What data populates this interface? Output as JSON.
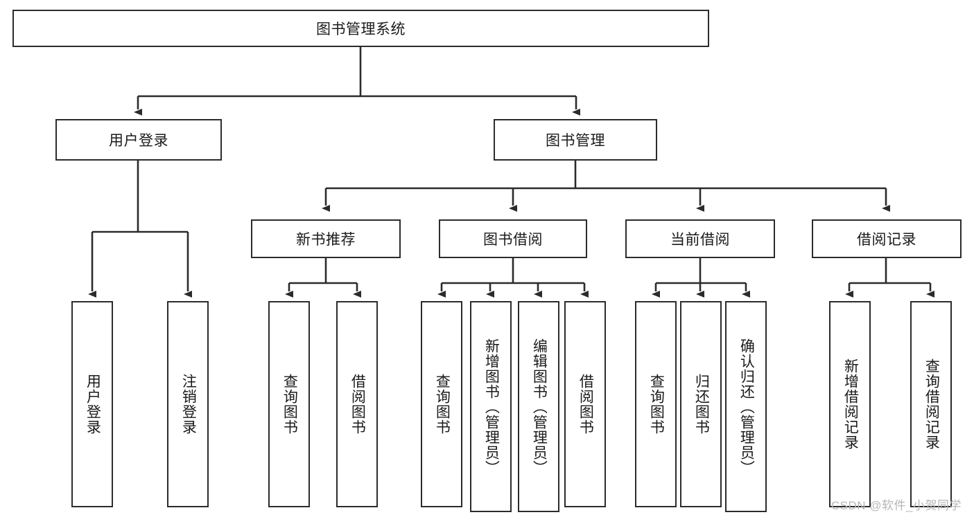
{
  "diagram": {
    "type": "tree-hierarchy",
    "title": "图书管理系统",
    "root": {
      "id": "root",
      "label": "图书管理系统",
      "level": 1,
      "orientation": "horizontal"
    },
    "level2": [
      {
        "id": "user-login",
        "label": "用户登录",
        "orientation": "horizontal"
      },
      {
        "id": "book-manage",
        "label": "图书管理",
        "orientation": "horizontal"
      }
    ],
    "level3": [
      {
        "id": "new-book-rec",
        "label": "新书推荐",
        "parent": "book-manage",
        "orientation": "horizontal"
      },
      {
        "id": "book-borrow",
        "label": "图书借阅",
        "parent": "book-manage",
        "orientation": "horizontal"
      },
      {
        "id": "current-borrow",
        "label": "当前借阅",
        "parent": "book-manage",
        "orientation": "horizontal"
      },
      {
        "id": "borrow-record",
        "label": "借阅记录",
        "parent": "book-manage",
        "orientation": "horizontal"
      }
    ],
    "leaves": [
      {
        "id": "leaf-user-login",
        "label": "用户登录",
        "parent": "user-login",
        "orientation": "vertical"
      },
      {
        "id": "leaf-user-logout",
        "label": "注销登录",
        "parent": "user-login",
        "orientation": "vertical"
      },
      {
        "id": "leaf-query-book-1",
        "label": "查询图书",
        "parent": "new-book-rec",
        "orientation": "vertical"
      },
      {
        "id": "leaf-borrow-book-1",
        "label": "借阅图书",
        "parent": "new-book-rec",
        "orientation": "vertical"
      },
      {
        "id": "leaf-query-book-2",
        "label": "查询图书",
        "parent": "book-borrow",
        "orientation": "vertical"
      },
      {
        "id": "leaf-add-book",
        "label": "新增图书（管理员）",
        "parent": "book-borrow",
        "orientation": "vertical"
      },
      {
        "id": "leaf-edit-book",
        "label": "编辑图书（管理员）",
        "parent": "book-borrow",
        "orientation": "vertical"
      },
      {
        "id": "leaf-borrow-book-2",
        "label": "借阅图书",
        "parent": "book-borrow",
        "orientation": "vertical"
      },
      {
        "id": "leaf-query-book-3",
        "label": "查询图书",
        "parent": "current-borrow",
        "orientation": "vertical"
      },
      {
        "id": "leaf-return-book",
        "label": "归还图书",
        "parent": "current-borrow",
        "orientation": "vertical"
      },
      {
        "id": "leaf-confirm-return",
        "label": "确认归还（管理员）",
        "parent": "current-borrow",
        "orientation": "vertical"
      },
      {
        "id": "leaf-add-record",
        "label": "新增借阅记录",
        "parent": "borrow-record",
        "orientation": "vertical"
      },
      {
        "id": "leaf-query-record",
        "label": "查询借阅记录",
        "parent": "borrow-record",
        "orientation": "vertical"
      }
    ],
    "watermark": "CSDN @软件_小贺同学",
    "colors": {
      "stroke": "#2b2b2b",
      "fill": "#ffffff",
      "text": "#1a1a1a",
      "watermark": "#b6b6b6"
    }
  }
}
